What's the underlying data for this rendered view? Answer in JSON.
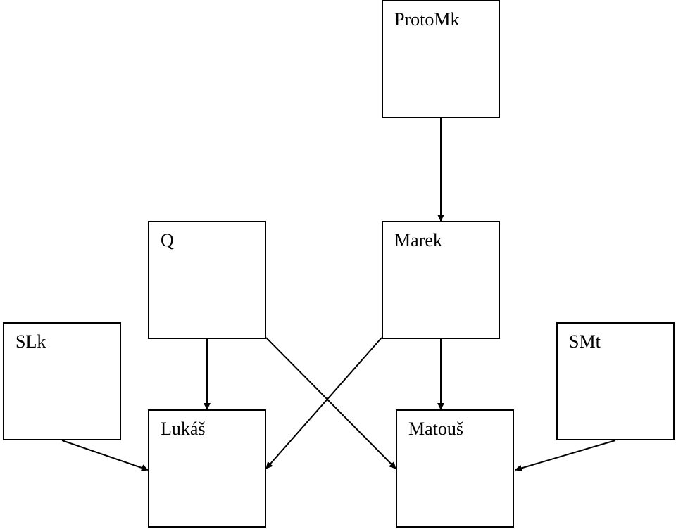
{
  "diagram": {
    "nodes": [
      {
        "id": "protomk",
        "label": "ProtoMk"
      },
      {
        "id": "q",
        "label": "Q"
      },
      {
        "id": "marek",
        "label": "Marek"
      },
      {
        "id": "slk",
        "label": "SLk"
      },
      {
        "id": "smt",
        "label": "SMt"
      },
      {
        "id": "lukas",
        "label": "Lukáš"
      },
      {
        "id": "matous",
        "label": "Matouš"
      }
    ],
    "edges": [
      {
        "from": "protomk",
        "to": "marek"
      },
      {
        "from": "q",
        "to": "lukas"
      },
      {
        "from": "q",
        "to": "matous"
      },
      {
        "from": "marek",
        "to": "lukas"
      },
      {
        "from": "marek",
        "to": "matous"
      },
      {
        "from": "slk",
        "to": "lukas"
      },
      {
        "from": "smt",
        "to": "matous"
      }
    ],
    "colors": {
      "line": "#000000",
      "box_fill": "#ffffff",
      "text": "#000000"
    }
  }
}
